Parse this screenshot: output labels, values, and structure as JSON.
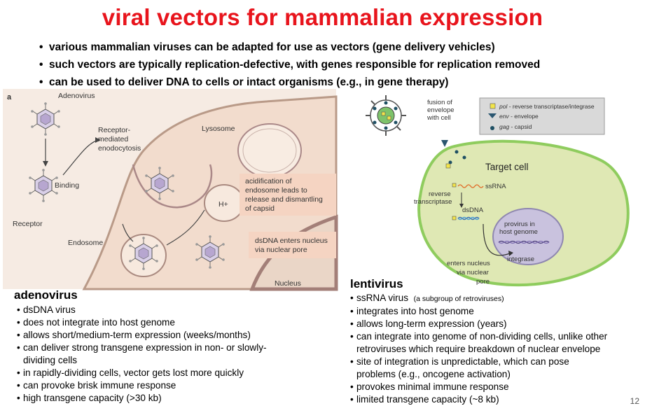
{
  "title": "viral vectors for mammalian expression",
  "bullets": [
    "various mammalian viruses can be adapted for use as vectors (gene delivery vehicles)",
    "such vectors are typically replication-defective, with genes responsible for replication removed",
    "can be used to deliver DNA to cells or intact organisms (e.g., in gene therapy)"
  ],
  "adeno_figure": {
    "panel_letter": "a",
    "adenovirus": "Adenovirus",
    "receptor_mediated": [
      "Receptor-",
      "mediated",
      "enodocytosis"
    ],
    "binding": "Binding",
    "receptor": "Receptor",
    "endosome": "Endosome",
    "lysosome": "Lysosome",
    "h_plus": "H+",
    "acidification": [
      "acidification of",
      "endosome leads to",
      "release and dismantling",
      "of capsid"
    ],
    "dsdna_enters": [
      "dsDNA enters nucleus",
      "via nuclear pore"
    ],
    "nucleus": "Nucleus"
  },
  "lenti_figure": {
    "fusion": [
      "fusion of",
      "envelope",
      "with cell"
    ],
    "legend": {
      "pol": "pol",
      "pol_desc": " - reverse transcriptase/integrase",
      "env": "env",
      "env_desc": " - envelope",
      "gag": "gag",
      "gag_desc": " - capsid"
    },
    "target_cell": "Target cell",
    "ssrna": "ssRNA",
    "reverse_transcriptase": [
      "reverse",
      "transcriptase"
    ],
    "dsdna": "dsDNA",
    "provirus": [
      "provirus in",
      "host genome"
    ],
    "integrase": "integrase",
    "enters_nucleus": [
      "enters nucleus",
      "via nuclear",
      "pore"
    ]
  },
  "adenovirus": {
    "heading": "adenovirus",
    "items": [
      [
        "dsDNA virus"
      ],
      [
        "does not integrate into host genome"
      ],
      [
        "allows short/medium-term expression (weeks/months)"
      ],
      [
        "can deliver strong transgene expression in non- or slowly-",
        "dividing cells"
      ],
      [
        "in rapidly-dividing cells, vector gets lost more quickly"
      ],
      [
        "can provoke brisk immune response"
      ],
      [
        "high transgene capacity (>30 kb)"
      ]
    ]
  },
  "lentivirus": {
    "heading": "lentivirus",
    "first_item": "ssRNA virus",
    "first_item_note": "(a subgroup of retroviruses)",
    "items": [
      [
        "integrates into host genome"
      ],
      [
        "allows long-term expression (years)"
      ],
      [
        "can integrate into genome of non-dividing cells, unlike other",
        "retroviruses which require breakdown of nuclear envelope"
      ],
      [
        "site of integration is unpredictable, which can pose",
        "problems (e.g., oncogene activation)"
      ],
      [
        "provokes minimal immune response"
      ],
      [
        "limited transgene capacity (~8 kb)"
      ]
    ]
  },
  "page_number": "12"
}
